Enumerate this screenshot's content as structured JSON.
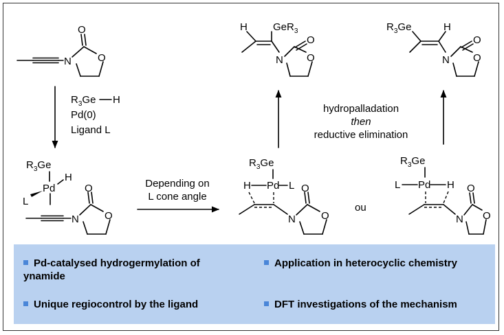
{
  "reagents": {
    "line1_main": "R",
    "line1_sub": "3",
    "line1_rest": "Ge",
    "line1_h": "H",
    "line2": "Pd(0)",
    "line3": "Ligand L"
  },
  "pathway": {
    "line1": "Depending on",
    "line2": "L cone angle"
  },
  "mechanism": {
    "line1": "hydropalladation",
    "line2": "then",
    "line3": "reductive elimination"
  },
  "or_text": "ou",
  "atoms": {
    "N": "N",
    "O": "O",
    "H": "H",
    "L": "L",
    "Pd": "Pd",
    "Ge": "Ge",
    "R": "R",
    "sub3": "3"
  },
  "highlights": [
    {
      "line1": "Pd-catalysed hydrogermylation of",
      "line2": "ynamide"
    },
    {
      "line1": "Unique regiocontrol by the ligand"
    },
    {
      "line1": "Application in heterocyclic chemistry"
    },
    {
      "line1": "DFT investigations of the mechanism"
    }
  ],
  "colors": {
    "panel": "#b9d1f0",
    "bullet": "#4a86d8",
    "frame": "#333333"
  }
}
